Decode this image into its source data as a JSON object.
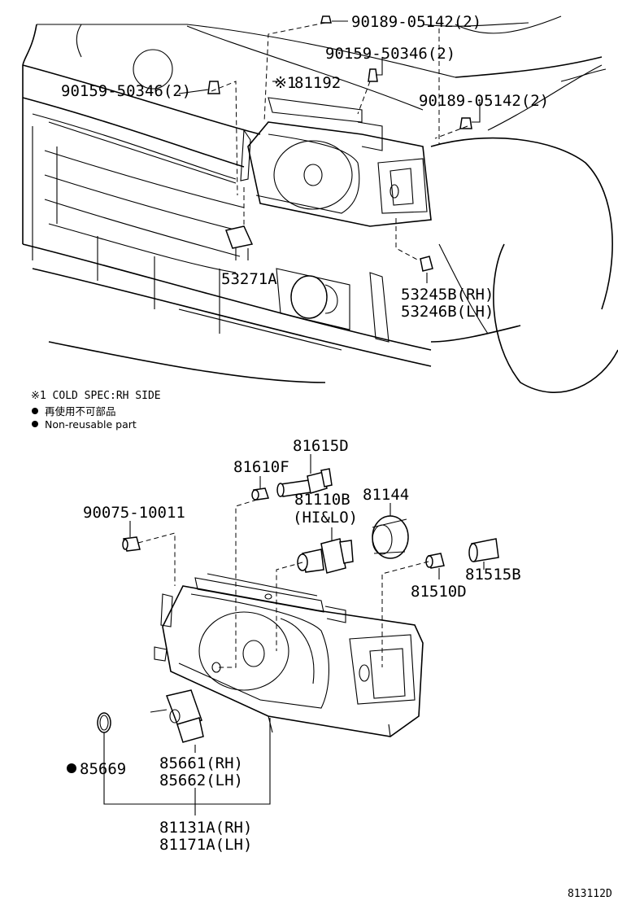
{
  "labels": {
    "p90189_top": "90189-05142(2)",
    "p90159_top": "90159-50346(2)",
    "p90159_left": "90159-50346(2)",
    "p81192": "81192",
    "p81192_mark": "※1",
    "p90189_right": "90189-05142(2)",
    "p53271A": "53271A",
    "p53245B": "53245B(RH)",
    "p53246B": "53246B(LH)",
    "p81615D": "81615D",
    "p81610F": "81610F",
    "p81110B": "81110B",
    "p81110B_sub": "(HI&LO)",
    "p81144": "81144",
    "p90075": "90075-10011",
    "p81515B": "81515B",
    "p81510D": "81510D",
    "p85669": "85669",
    "p85661": "85661(RH)",
    "p85662": "85662(LH)",
    "p81131A": "81131A(RH)",
    "p81171A": "81171A(LH)"
  },
  "notes": {
    "cold_spec": "※1 COLD SPEC:RH SIDE",
    "non_reusable_jp": "再使用不可部品",
    "non_reusable_en": "Non-reusable part"
  },
  "figure_id": "813112D"
}
